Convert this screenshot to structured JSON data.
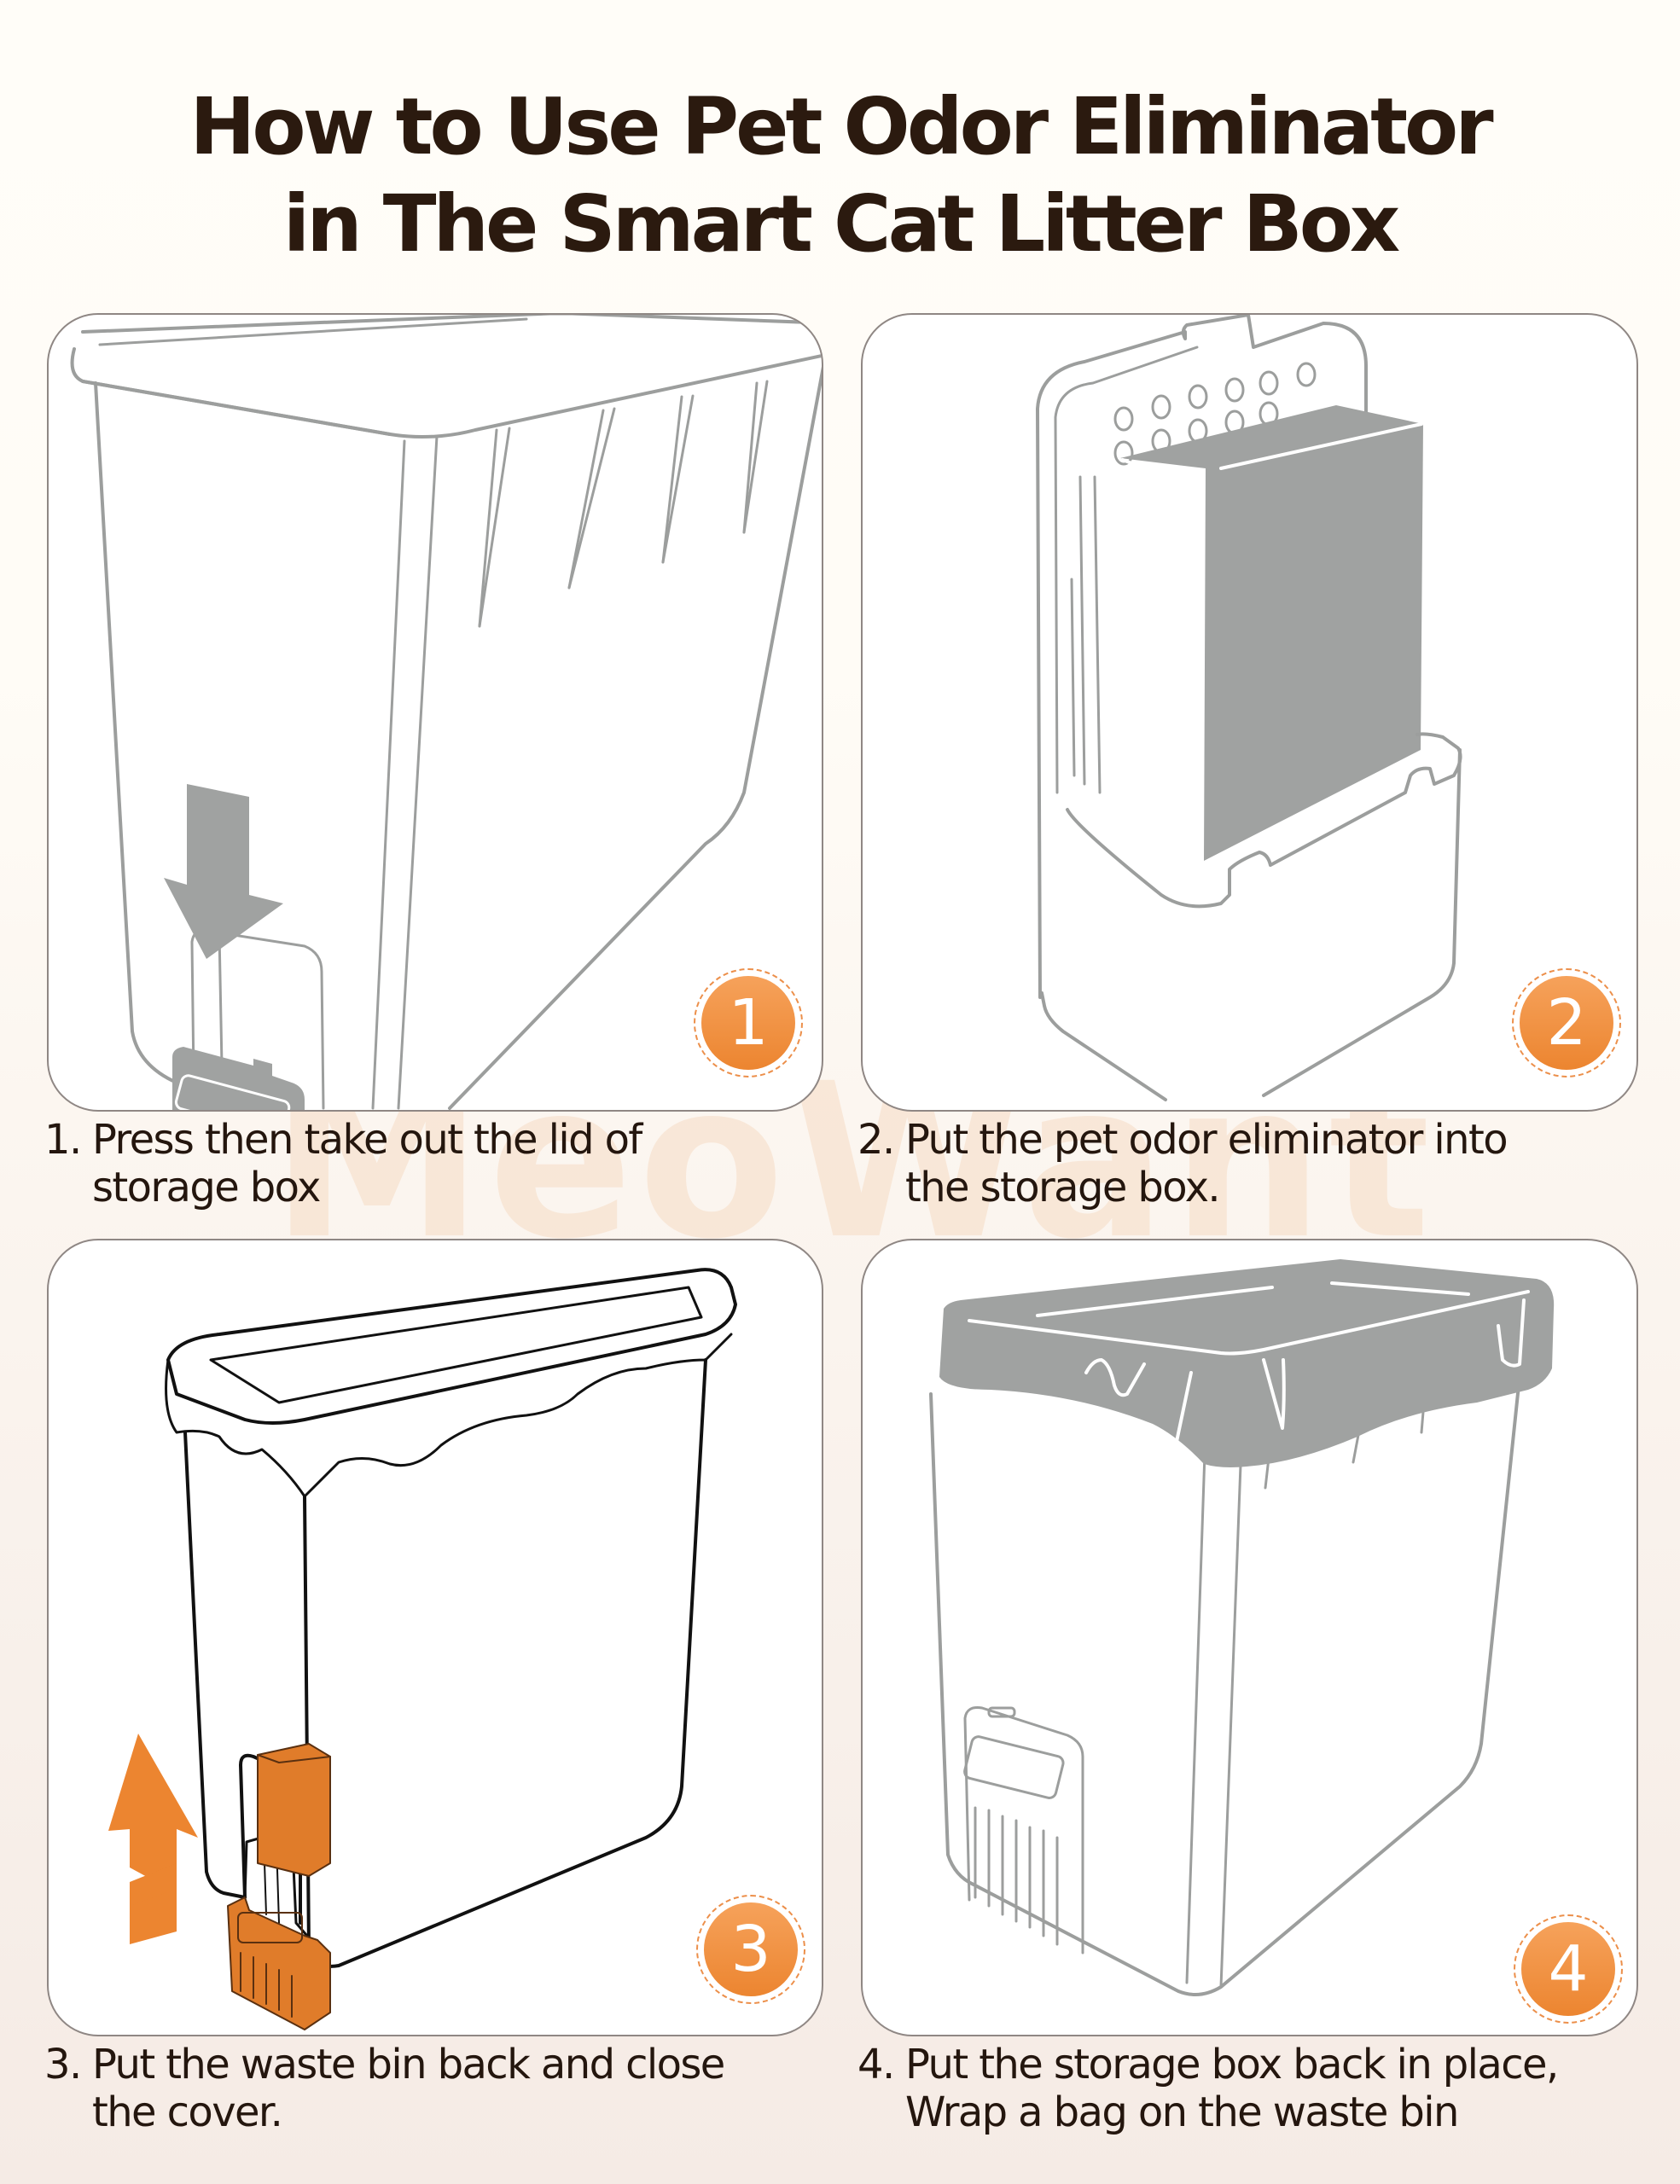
{
  "title": {
    "line1": "How to Use Pet Odor Eliminator",
    "line2": "in The Smart Cat Litter Box"
  },
  "watermark": "MeoWant",
  "colors": {
    "accent_orange": "#ec8530",
    "illustration_gray": "#a0a2a1",
    "text_dark": "#2b1a0f",
    "background_top": "#fffdf8",
    "background_bottom": "#f5ebe5"
  },
  "steps": [
    {
      "badge": "1",
      "number": "1.",
      "line1": "Press then take out the lid of",
      "line2": "storage box",
      "illustration": "litter-box-with-down-arrow-on-lid"
    },
    {
      "badge": "2",
      "number": "2.",
      "line1": "Put the pet odor eliminator into",
      "line2": "the storage box.",
      "illustration": "eliminator-block-in-storage-box"
    },
    {
      "badge": "3",
      "number": "3.",
      "line1": "Put the waste bin back and close",
      "line2": "the cover.",
      "illustration": "waste-bin-with-orange-up-arrow"
    },
    {
      "badge": "4",
      "number": "4.",
      "line1": "Put the storage box back in place,",
      "line2": "Wrap a bag on the waste bin",
      "illustration": "waste-bin-wrapped-with-bag"
    }
  ]
}
